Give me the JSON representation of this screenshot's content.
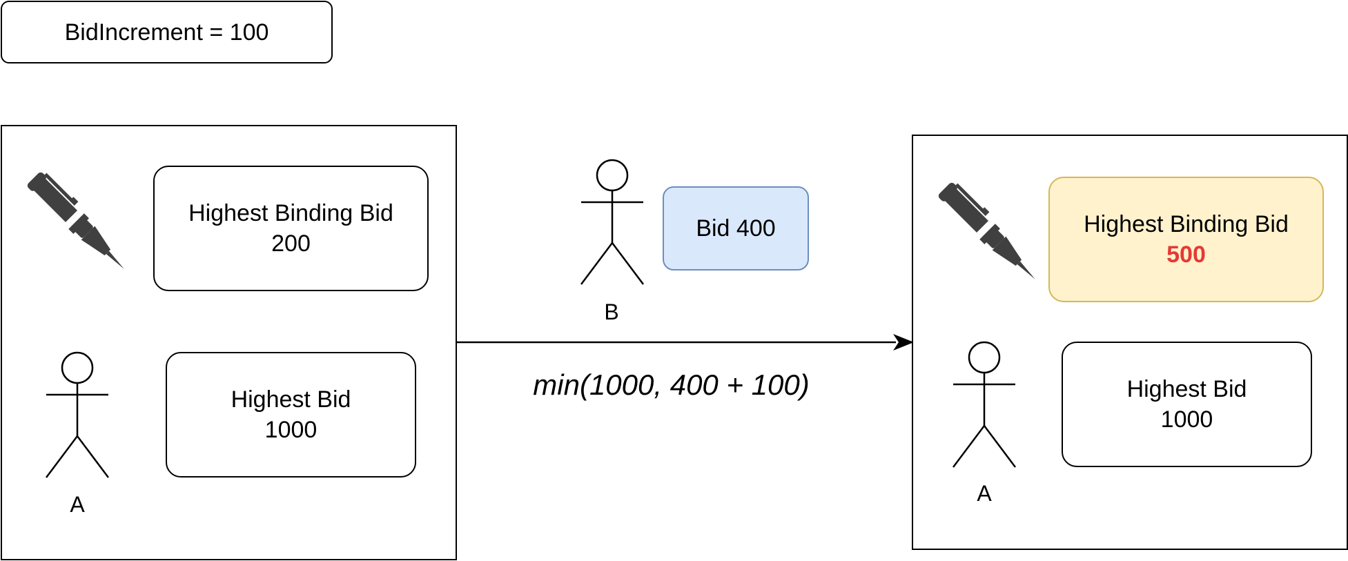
{
  "increment_box": {
    "text": "BidIncrement = 100"
  },
  "left_panel": {
    "binding_box": {
      "title": "Highest Binding Bid",
      "value": "200"
    },
    "highest_box": {
      "title": "Highest Bid",
      "value": "1000"
    },
    "actor_label": "A",
    "pen_icon": "pen-icon"
  },
  "middle": {
    "actor_label": "B",
    "bid_box": {
      "text": "Bid 400",
      "fill": "#dae8fc",
      "stroke": "#6c8ebf"
    },
    "arrow_label": "min(1000, 400 + 100)"
  },
  "right_panel": {
    "binding_box": {
      "title": "Highest Binding Bid",
      "value": "500",
      "fill": "#fff2cc",
      "stroke": "#d6b656",
      "value_color": "#e53935"
    },
    "highest_box": {
      "title": "Highest Bid",
      "value": "1000"
    },
    "actor_label": "A",
    "pen_icon": "pen-icon"
  }
}
